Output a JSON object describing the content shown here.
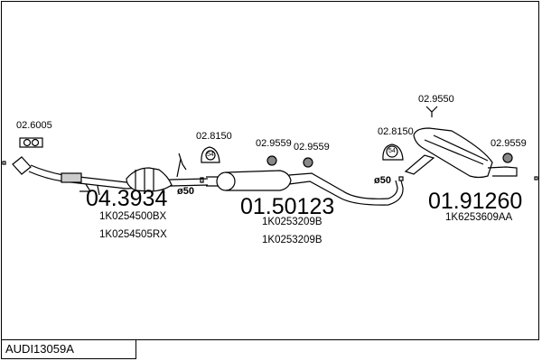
{
  "diagram_code": "AUDI13059A",
  "parts": [
    {
      "id": "front-section",
      "number": "04.3934",
      "oem": [
        "1K0254500BX",
        "1K0254505RX"
      ]
    },
    {
      "id": "middle-section",
      "number": "01.50123",
      "oem": [
        "1K0253209B",
        "1K0253209B"
      ]
    },
    {
      "id": "rear-section",
      "number": "01.91260",
      "oem": [
        "1K6253609AA"
      ]
    }
  ],
  "accessories": [
    {
      "number": "02.6005",
      "kind": "gasket"
    },
    {
      "number": "02.8150",
      "kind": "clamp",
      "size": "54"
    },
    {
      "number": "02.9559",
      "kind": "rubber-mount"
    },
    {
      "number": "02.9559",
      "kind": "rubber-mount"
    },
    {
      "number": "02.8150",
      "kind": "clamp",
      "size": "54"
    },
    {
      "number": "02.9550",
      "kind": "bracket"
    },
    {
      "number": "02.9559",
      "kind": "rubber-mount"
    }
  ],
  "diameters": [
    "ø50",
    "ø50"
  ]
}
